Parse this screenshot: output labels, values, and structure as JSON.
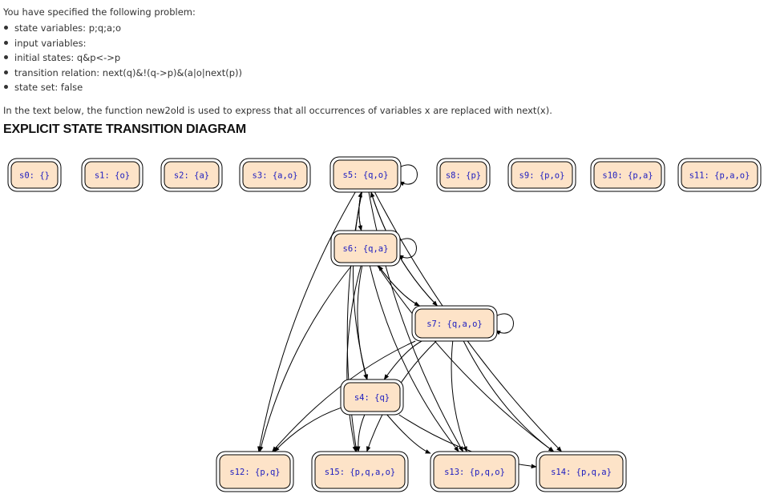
{
  "spec": {
    "intro": "You have specified the following problem:",
    "items": [
      "state variables: p;q;a;o",
      "input variables:",
      "initial states: q&p<->p",
      "transition relation: next(q)&!(q->p)&(a|o|next(p))",
      "state set: false"
    ],
    "note": "In the text below, the function new2old is used to express that all occurrences of variables x are replaced with next(x).",
    "diagram_title": "EXPLICIT STATE TRANSITION DIAGRAM"
  },
  "diagram": {
    "colors": {
      "node_fill": "#fde3c8",
      "label": "#1c1cc0",
      "edge": "#000000"
    },
    "states": [
      {
        "id": "s0",
        "label": "s0: {}"
      },
      {
        "id": "s1",
        "label": "s1: {o}"
      },
      {
        "id": "s2",
        "label": "s2: {a}"
      },
      {
        "id": "s3",
        "label": "s3: {a,o}"
      },
      {
        "id": "s5",
        "label": "s5: {q,o}"
      },
      {
        "id": "s8",
        "label": "s8: {p}"
      },
      {
        "id": "s9",
        "label": "s9: {p,o}"
      },
      {
        "id": "s10",
        "label": "s10: {p,a}"
      },
      {
        "id": "s11",
        "label": "s11: {p,a,o}"
      },
      {
        "id": "s6",
        "label": "s6: {q,a}"
      },
      {
        "id": "s7",
        "label": "s7: {q,a,o}"
      },
      {
        "id": "s4",
        "label": "s4: {q}"
      },
      {
        "id": "s12",
        "label": "s12: {p,q}"
      },
      {
        "id": "s15",
        "label": "s15: {p,q,a,o}"
      },
      {
        "id": "s13",
        "label": "s13: {p,q,o}"
      },
      {
        "id": "s14",
        "label": "s14: {p,q,a}"
      }
    ],
    "edges": [
      [
        "s5",
        "s5"
      ],
      [
        "s5",
        "s6"
      ],
      [
        "s6",
        "s5"
      ],
      [
        "s5",
        "s7"
      ],
      [
        "s7",
        "s5"
      ],
      [
        "s5",
        "s12"
      ],
      [
        "s5",
        "s15"
      ],
      [
        "s5",
        "s13"
      ],
      [
        "s5",
        "s14"
      ],
      [
        "s5",
        "s4"
      ],
      [
        "s6",
        "s6"
      ],
      [
        "s6",
        "s7"
      ],
      [
        "s7",
        "s6"
      ],
      [
        "s6",
        "s4"
      ],
      [
        "s6",
        "s12"
      ],
      [
        "s6",
        "s15"
      ],
      [
        "s6",
        "s13"
      ],
      [
        "s6",
        "s14"
      ],
      [
        "s7",
        "s7"
      ],
      [
        "s7",
        "s4"
      ],
      [
        "s7",
        "s12"
      ],
      [
        "s7",
        "s15"
      ],
      [
        "s7",
        "s13"
      ],
      [
        "s7",
        "s14"
      ],
      [
        "s4",
        "s12"
      ],
      [
        "s4",
        "s15"
      ],
      [
        "s4",
        "s13"
      ],
      [
        "s4",
        "s14"
      ]
    ]
  }
}
